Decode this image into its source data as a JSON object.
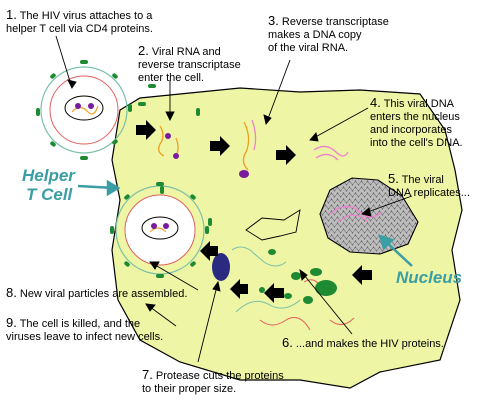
{
  "labels": {
    "helper_t_cell": [
      "Helper",
      "T Cell"
    ],
    "nucleus": "Nucleus"
  },
  "steps": [
    {
      "num": "1.",
      "lines": [
        " The HIV virus attaches to a",
        "helper T cell via CD4 proteins."
      ]
    },
    {
      "num": "2.",
      "lines": [
        " Viral RNA and",
        "reverse transcriptase",
        "enter the cell."
      ]
    },
    {
      "num": "3.",
      "lines": [
        " Reverse transcriptase",
        "makes a DNA copy",
        "of the viral RNA."
      ]
    },
    {
      "num": "4.",
      "lines": [
        " This viral DNA",
        "enters the nucleus",
        "and incorporates",
        "into the cell's DNA."
      ]
    },
    {
      "num": "5.",
      "lines": [
        " The viral",
        "DNA replicates..."
      ]
    },
    {
      "num": "6.",
      "lines": [
        " ...and makes the HIV proteins."
      ]
    },
    {
      "num": "7.",
      "lines": [
        " Protease cuts the proteins",
        "to their proper size."
      ]
    },
    {
      "num": "8.",
      "lines": [
        " New viral particles are assembled."
      ]
    },
    {
      "num": "9.",
      "lines": [
        " The cell is killed, and the",
        "viruses leave to infect new cells."
      ]
    }
  ],
  "colors": {
    "cytoplasm": "#eef5a4",
    "membrane_ring": "#7ac0a8",
    "receptor_green": "#1e8a32",
    "rna_orange": "#f0a020",
    "virus_purple": "#7a1aa0",
    "protease_navy": "#2a2a80",
    "pointer_cyan": "#3a9ea4",
    "nucleus_gray": "#a8a8a8",
    "dna_pink": "#f080d0"
  }
}
